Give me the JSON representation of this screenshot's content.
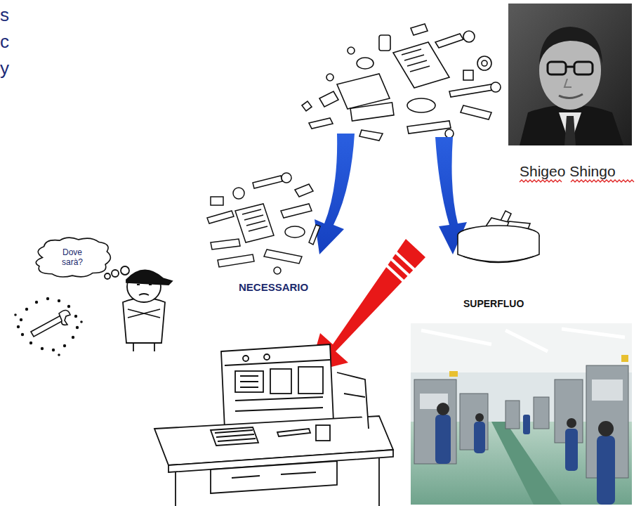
{
  "diagram": {
    "nodes": [
      {
        "text": [
          "Dove sarà?"
        ]
      }
    ],
    "labels": [
      "s",
      "c",
      "y",
      "NECESSARIO",
      "SUPERFLUO",
      "Shigeo Shingo"
    ]
  }
}
